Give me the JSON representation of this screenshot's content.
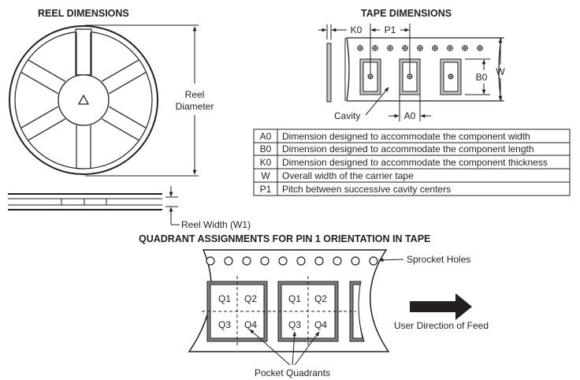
{
  "reel": {
    "title": "REEL DIMENSIONS",
    "diameter_label_1": "Reel",
    "diameter_label_2": "Diameter",
    "width_label": "Reel Width (W1)"
  },
  "tape": {
    "title": "TAPE DIMENSIONS",
    "k0": "K0",
    "p1": "P1",
    "b0": "B0",
    "w": "W",
    "a0": "A0",
    "cavity": "Cavity"
  },
  "legend": [
    {
      "sym": "A0",
      "desc": "Dimension designed to accommodate the component width"
    },
    {
      "sym": "B0",
      "desc": "Dimension designed to accommodate the component length"
    },
    {
      "sym": "K0",
      "desc": "Dimension designed to accommodate the component thickness"
    },
    {
      "sym": "W",
      "desc": "Overall width of the carrier tape"
    },
    {
      "sym": "P1",
      "desc": "Pitch between successive cavity centers"
    }
  ],
  "quadrant": {
    "title": "QUADRANT ASSIGNMENTS FOR PIN 1 ORIENTATION IN TAPE",
    "sprocket_holes": "Sprocket Holes",
    "feed": "User Direction of Feed",
    "pocket_quadrants": "Pocket Quadrants",
    "q1": "Q1",
    "q2": "Q2",
    "q3": "Q3",
    "q4": "Q4"
  },
  "colors": {
    "ink": "#231f20",
    "gray": "#c6c4c4",
    "dark_gray": "#808080"
  }
}
